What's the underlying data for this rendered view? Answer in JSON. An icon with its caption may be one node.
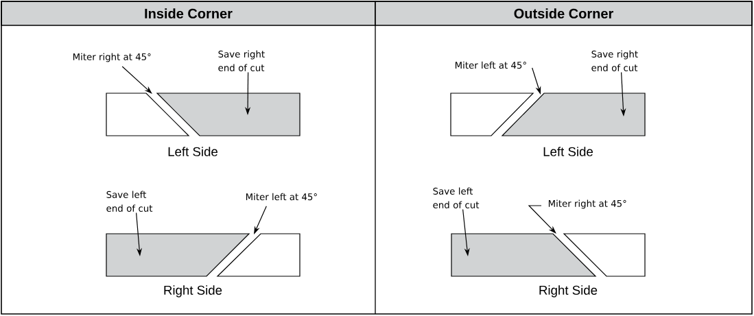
{
  "diagram": {
    "nodes": [
      {
        "text": [
          "Inside Corner"
        ]
      },
      {
        "text": [
          "Outside Corner"
        ]
      },
      {
        "text": [
          "Miter right at 45°"
        ]
      },
      {
        "text": [
          "Save right end of cut"
        ]
      },
      {
        "text": [],
        "shape": "box"
      },
      {
        "text": [],
        "shape": "box"
      },
      {
        "text": [
          "Miter left at 45°"
        ]
      },
      {
        "text": [
          "Save right end of cut"
        ]
      },
      {
        "text": [],
        "shape": "box"
      },
      {
        "text": [],
        "shape": "box"
      },
      {
        "text": [
          "Save left end of cut"
        ]
      },
      {
        "text": [
          "Miter left at 45°"
        ]
      },
      {
        "text": [],
        "shape": "box"
      },
      {
        "text": [],
        "shape": "box"
      },
      {
        "text": [
          "Save left end of cut"
        ]
      },
      {
        "text": [
          "Miter right at 45°"
        ]
      },
      {
        "text": [],
        "shape": "box"
      },
      {
        "text": [],
        "shape": "box"
      }
    ],
    "edges": [
      {
        "from": 2,
        "to": 4,
        "arrow": "to"
      },
      {
        "from": 3,
        "to": 5,
        "arrow": "to"
      },
      {
        "from": 6,
        "to": 9,
        "arrow": "to"
      },
      {
        "from": 7,
        "to": 9,
        "arrow": "to"
      },
      {
        "from": 10,
        "to": 12,
        "arrow": "to"
      },
      {
        "from": 11,
        "to": 12,
        "arrow": "to"
      },
      {
        "from": 14,
        "to": 16,
        "arrow": "to"
      },
      {
        "from": 15,
        "to": 16,
        "arrow": "to"
      }
    ],
    "labels": [
      "Left Side",
      "Left Side",
      "Right Side",
      "Right Side"
    ]
  }
}
